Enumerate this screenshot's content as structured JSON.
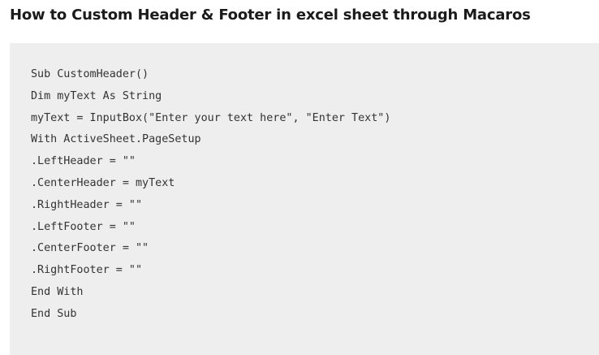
{
  "heading": "How to Custom Header & Footer in excel sheet through Macaros",
  "code": {
    "language": "vba",
    "lines": [
      "Sub CustomHeader()",
      "Dim myText As String",
      "myText = InputBox(\"Enter your text here\", \"Enter Text\")",
      "With ActiveSheet.PageSetup",
      ".LeftHeader = \"\"",
      ".CenterHeader = myText",
      ".RightHeader = \"\"",
      ".LeftFooter = \"\"",
      ".CenterFooter = \"\"",
      ".RightFooter = \"\"",
      "End With",
      "End Sub"
    ]
  },
  "colors": {
    "heading_text": "#1b1b1b",
    "code_background": "#eeeeee",
    "code_text": "#333333"
  }
}
